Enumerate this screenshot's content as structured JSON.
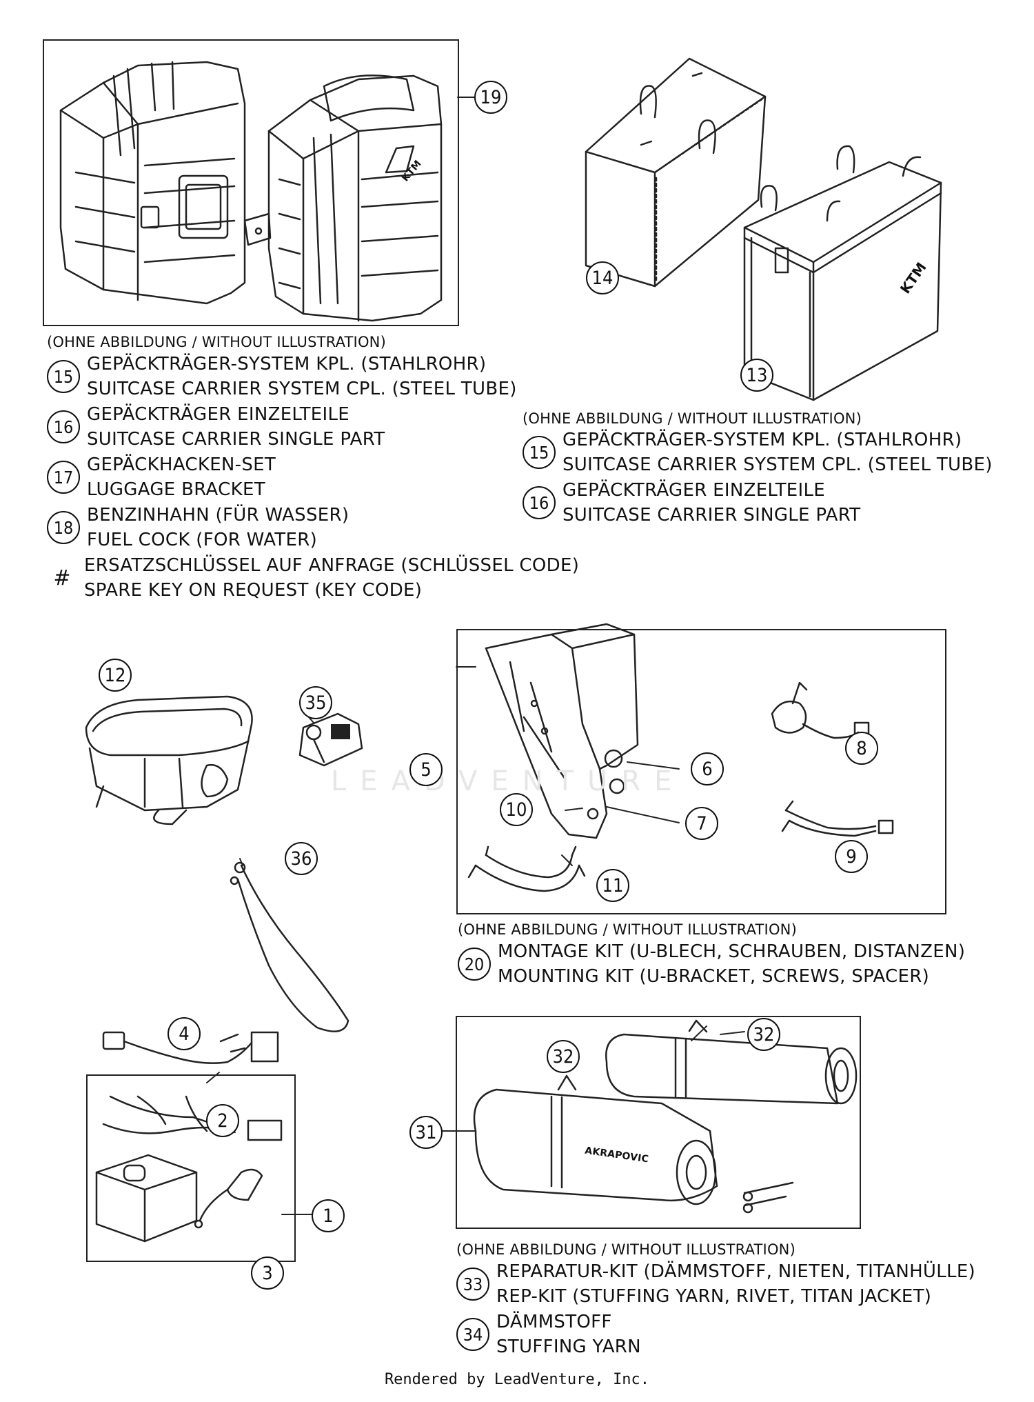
{
  "watermark": "LEADVENTURE",
  "footer": "Rendered by LeadVenture, Inc.",
  "top_left_notes": {
    "header": "(OHNE ABBILDUNG / WITHOUT ILLUSTRATION)",
    "items": [
      {
        "num": "15",
        "de": "GEPÄCKTRÄGER-SYSTEM KPL. (STAHLROHR)",
        "en": "SUITCASE CARRIER SYSTEM CPL. (STEEL TUBE)"
      },
      {
        "num": "16",
        "de": "GEPÄCKTRÄGER EINZELTEILE",
        "en": "SUITCASE CARRIER SINGLE PART"
      },
      {
        "num": "17",
        "de": "GEPÄCKHACKEN-SET",
        "en": "LUGGAGE BRACKET"
      },
      {
        "num": "18",
        "de": "BENZINHAHN (FÜR WASSER)",
        "en": "FUEL COCK (FOR WATER)"
      },
      {
        "num": "#",
        "de": "ERSATZSCHLÜSSEL AUF ANFRAGE (SCHLÜSSEL CODE)",
        "en": "SPARE KEY ON REQUEST (KEY CODE)"
      }
    ]
  },
  "top_right_notes": {
    "header": "(OHNE ABBILDUNG / WITHOUT ILLUSTRATION)",
    "items": [
      {
        "num": "15",
        "de": "GEPÄCKTRÄGER-SYSTEM KPL. (STAHLROHR)",
        "en": "SUITCASE CARRIER SYSTEM CPL. (STEEL TUBE)"
      },
      {
        "num": "16",
        "de": "GEPÄCKTRÄGER EINZELTEILE",
        "en": "SUITCASE CARRIER SINGLE PART"
      }
    ]
  },
  "middle_notes": {
    "header": "(OHNE ABBILDUNG / WITHOUT ILLUSTRATION)",
    "items": [
      {
        "num": "20",
        "de": "MONTAGE KIT (U-BLECH, SCHRAUBEN, DISTANZEN)",
        "en": "MOUNTING KIT (U-BRACKET, SCREWS, SPACER)"
      }
    ]
  },
  "bottom_notes": {
    "header": "(OHNE ABBILDUNG / WITHOUT ILLUSTRATION)",
    "items": [
      {
        "num": "33",
        "de": "REPARATUR-KIT (DÄMMSTOFF, NIETEN, TITANHÜLLE)",
        "en": "REP-KIT (STUFFING YARN, RIVET, TITAN JACKET)"
      },
      {
        "num": "34",
        "de": "DÄMMSTOFF",
        "en": "STUFFING YARN"
      }
    ]
  },
  "callouts": {
    "c19": "19",
    "c14": "14",
    "c13": "13",
    "c12": "12",
    "c35": "35",
    "c5": "5",
    "c6": "6",
    "c8": "8",
    "c10": "10",
    "c7": "7",
    "c9": "9",
    "c11": "11",
    "c36": "36",
    "c4": "4",
    "c2": "2",
    "c1": "1",
    "c3": "3",
    "c32a": "32",
    "c32b": "32",
    "c31": "31"
  },
  "brand_marks": {
    "suitcase": "KTM",
    "aluminium_box": "KTM",
    "muffler": "AKRAPOVIC"
  }
}
